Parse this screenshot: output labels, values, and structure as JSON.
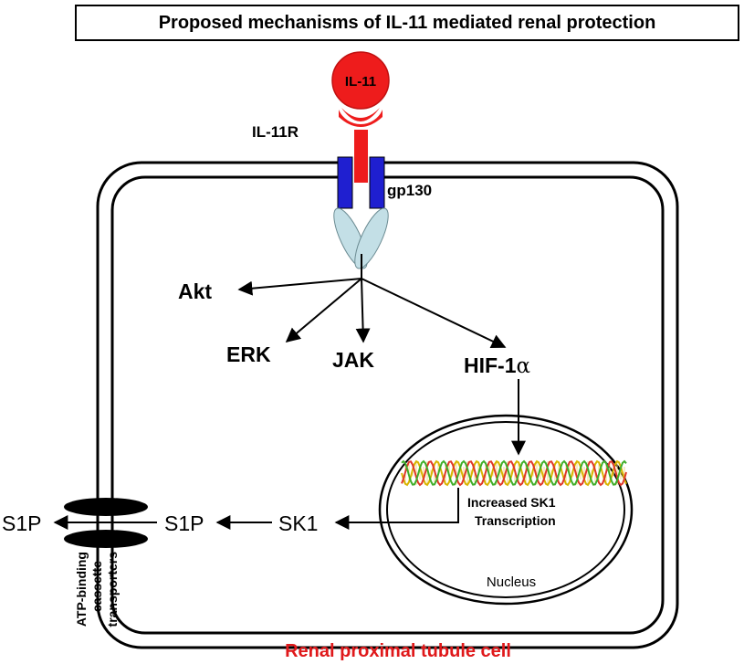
{
  "title": "Proposed mechanisms of IL-11 mediated renal protection",
  "ligand": "IL-11",
  "receptor": "IL-11R",
  "coreceptor": "gp130",
  "pathways": {
    "akt": "Akt",
    "erk": "ERK",
    "jak": "JAK",
    "hif": "HIF-1",
    "hif_symbol": "α"
  },
  "transcription": {
    "line1": "Increased SK1",
    "line2": "Transcription"
  },
  "nucleus_label": "Nucleus",
  "sk1": "SK1",
  "s1p_inside": "S1P",
  "s1p_outside": "S1P",
  "transporters": {
    "line1": "ATP-binding",
    "line2": "cassette",
    "line3": "transporters"
  },
  "cell_label": "Renal proximal tubule cell",
  "colors": {
    "ligand": "#ee1c1c",
    "receptor": "#ee1c1c",
    "gp130": "#1f1fd0",
    "jak_domain": "#c3dfe6",
    "cell_label": "#e0191b",
    "dna_a": "#d9b400",
    "dna_b": "#e0382a",
    "dna_c": "#3fae2a"
  }
}
